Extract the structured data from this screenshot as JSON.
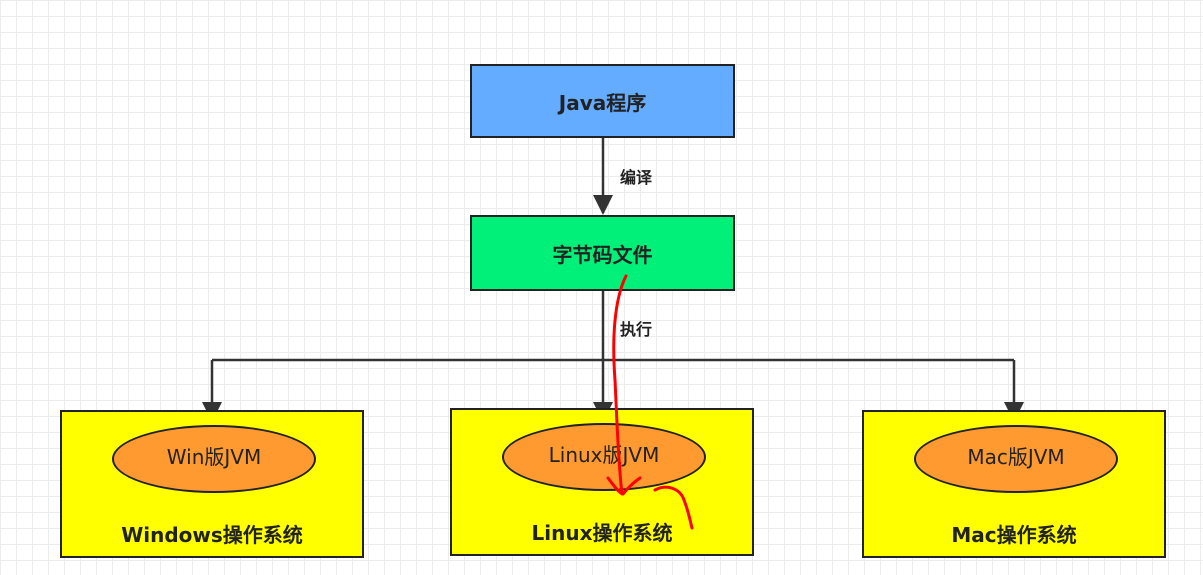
{
  "nodes": {
    "java_program": "Java程序",
    "bytecode_file": "字节码文件"
  },
  "edges": {
    "compile": "编译",
    "execute": "执行"
  },
  "platforms": [
    {
      "jvm": "Win版JVM",
      "os": "Windows操作系统"
    },
    {
      "jvm": "Linux版JVM",
      "os": "Linux操作系统"
    },
    {
      "jvm": "Mac版JVM",
      "os": "Mac操作系统"
    }
  ],
  "colors": {
    "java_box": "#64acff",
    "bytecode_box": "#00f07a",
    "os_box": "#ffff00",
    "jvm_ellipse": "#ff9a30",
    "annotation": "#ff0000"
  }
}
